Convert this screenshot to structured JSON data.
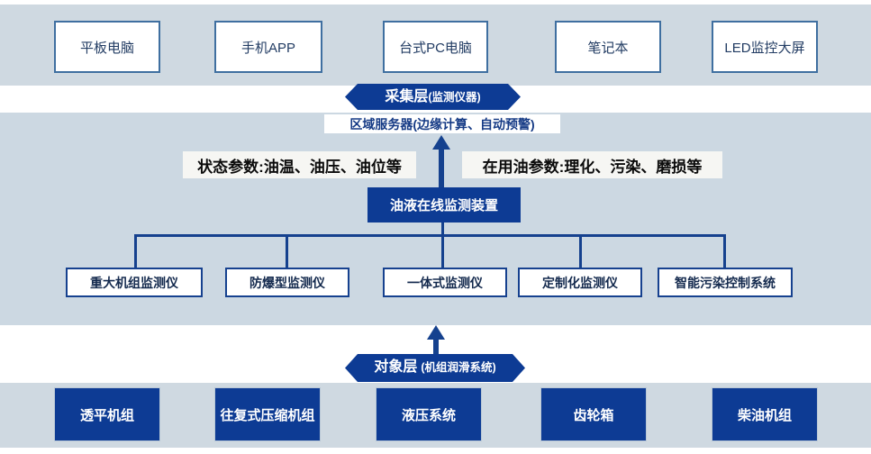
{
  "colors": {
    "band_light_blue": "#cfd9e1",
    "band_mid_blue": "#ccd8e2",
    "dark_blue": "#0d3b94",
    "line_blue": "#15418e",
    "box_border_blue": "#3f6fa0",
    "label_bg": "#f6f6f3"
  },
  "display_layer": {
    "devices": [
      "平板电脑",
      "手机APP",
      "台式PC电脑",
      "笔记本",
      "LED监控大屏"
    ]
  },
  "collection_layer": {
    "title": "采集层",
    "subtitle": "(监测仪器)"
  },
  "server_box": {
    "label": "区域服务器(边缘计算、自动预警)"
  },
  "parameter_labels": {
    "left": "状态参数:油温、油压、油位等",
    "right": "在用油参数:理化、污染、磨损等"
  },
  "monitor_device": {
    "label": "油液在线监测装置"
  },
  "monitors": [
    "重大机组监测仪",
    "防爆型监测仪",
    "一体式监测仪",
    "定制化监测仪",
    "智能污染控制系统"
  ],
  "object_layer": {
    "title": "对象层",
    "subtitle": "(机组润滑系统)"
  },
  "equipment": [
    "透平机组",
    "往复式压缩机组",
    "液压系统",
    "齿轮箱",
    "柴油机组"
  ]
}
